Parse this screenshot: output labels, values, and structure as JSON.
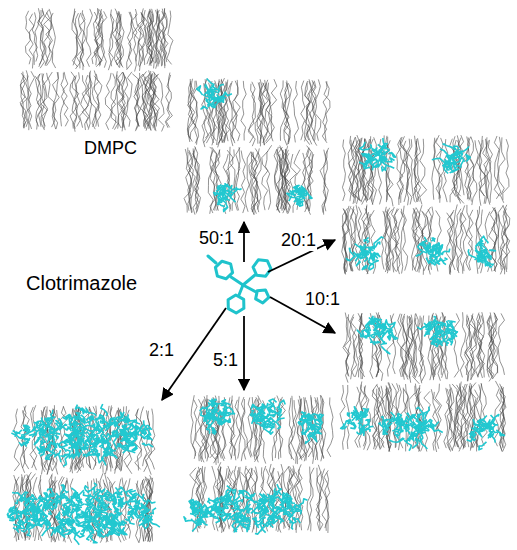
{
  "diagram": {
    "nodes": [
      {
        "text": [
          "DMPC"
        ]
      },
      {
        "text": [
          "Clotrimazole"
        ]
      }
    ],
    "labels": [
      "50:1",
      "20:1",
      "10:1",
      "5:1",
      "2:1"
    ]
  }
}
